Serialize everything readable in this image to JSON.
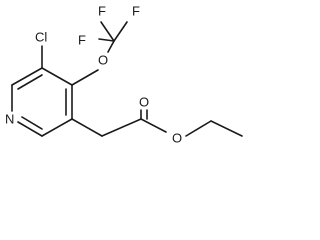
{
  "molecule": {
    "atoms": {
      "chlorine": "Cl",
      "oxygen_ether": "O",
      "fluorine_1": "F",
      "fluorine_2": "F",
      "fluorine_3": "F",
      "oxygen_carbonyl": "O",
      "oxygen_ester": "O",
      "nitrogen": "N"
    }
  }
}
